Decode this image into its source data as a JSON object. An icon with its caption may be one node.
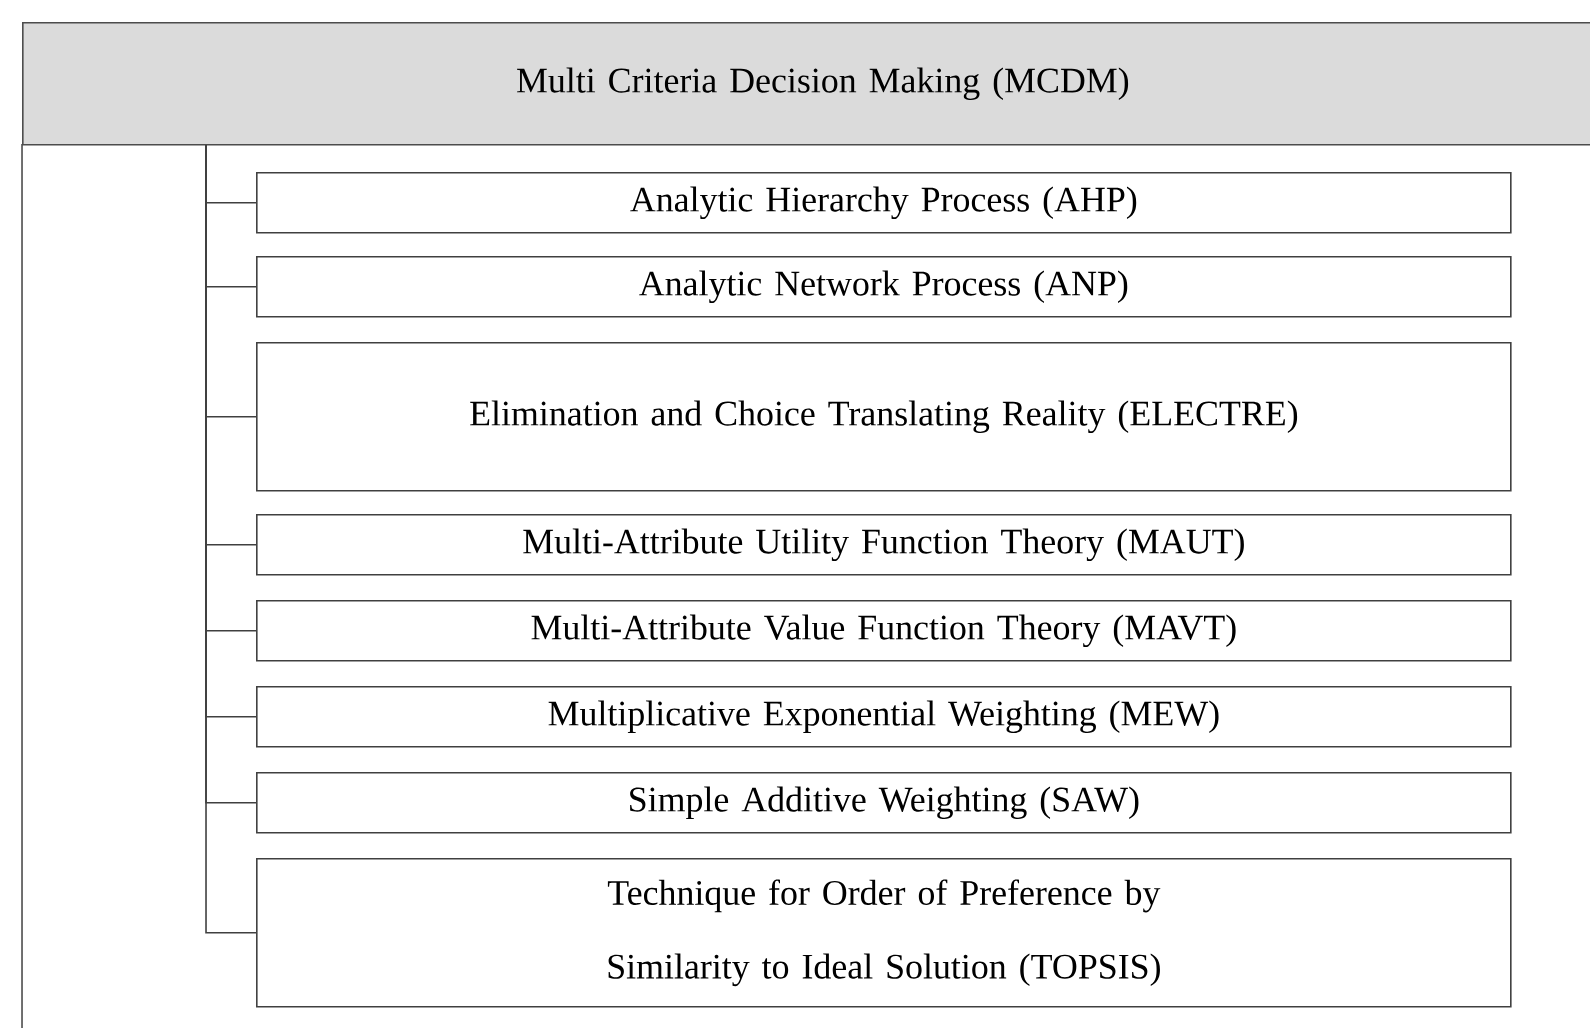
{
  "diagram": {
    "nodes": [
      {
        "text": [
          "Multi Criteria Decision Making (MCDM)"
        ]
      },
      {
        "text": [
          "Analytic Hierarchy Process (AHP)"
        ]
      },
      {
        "text": [
          "Analytic Network Process (ANP)"
        ]
      },
      {
        "text": [
          "Elimination and Choice Translating Reality (ELECTRE)"
        ]
      },
      {
        "text": [
          "Multi-Attribute Utility Function Theory (MAUT)"
        ]
      },
      {
        "text": [
          "Multi-Attribute Value Function Theory (MAVT)"
        ]
      },
      {
        "text": [
          "Multiplicative Exponential Weighting (MEW)"
        ]
      },
      {
        "text": [
          "Simple Additive Weighting (SAW)"
        ]
      },
      {
        "text": [
          "Technique for Order of Preference by Similarity to Ideal Solution (TOPSIS)"
        ]
      }
    ],
    "edges": [
      {
        "from": 0,
        "to": 1,
        "arrow": "none"
      },
      {
        "from": 0,
        "to": 2,
        "arrow": "none"
      },
      {
        "from": 0,
        "to": 3,
        "arrow": "none"
      },
      {
        "from": 0,
        "to": 4,
        "arrow": "none"
      },
      {
        "from": 0,
        "to": 5,
        "arrow": "none"
      },
      {
        "from": 0,
        "to": 6,
        "arrow": "none"
      },
      {
        "from": 0,
        "to": 7,
        "arrow": "none"
      },
      {
        "from": 0,
        "to": 8,
        "arrow": "none"
      }
    ]
  }
}
